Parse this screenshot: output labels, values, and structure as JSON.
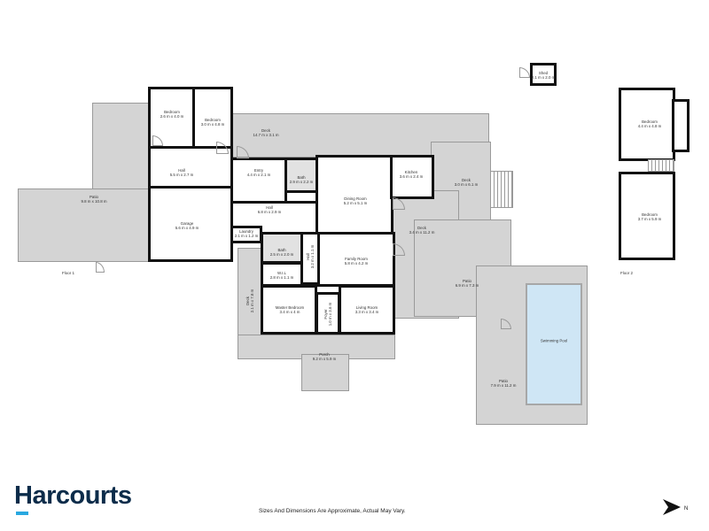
{
  "brand": {
    "name": "Harcourts",
    "text_color": "#0c2c4a",
    "accent_color": "#29a8e0"
  },
  "disclaimer": "Sizes And Dimensions Are Approximate, Actual May Vary.",
  "compass": {
    "letter": "N",
    "icon": "north-arrow-icon"
  },
  "colors": {
    "outdoor_fill": "#d4d4d4",
    "room_fill": "#ffffff",
    "wall": "#111111",
    "pool_fill": "#cfe6f5"
  },
  "floors": [
    {
      "label": "Floor 1",
      "rooms": [
        {
          "name": "Bedroom",
          "dims": "2.6 m x 4.0 m"
        },
        {
          "name": "Bedroom",
          "dims": "3.0 m x 4.8 m"
        },
        {
          "name": "Deck",
          "dims": "14.7 m x 3.1 m"
        },
        {
          "name": "Hall",
          "dims": "5.5 m x 2.7 m"
        },
        {
          "name": "Entry",
          "dims": "4.4 m x 2.1 m"
        },
        {
          "name": "Bath",
          "dims": "2.9 m x 2.2 m"
        },
        {
          "name": "Kitchen",
          "dims": "3.6 m x 2.4 m"
        },
        {
          "name": "Deck",
          "dims": "3.0 m x 6.1 m"
        },
        {
          "name": "Patio",
          "dims": "9.8 m x 10.8 m"
        },
        {
          "name": "Dining Room",
          "dims": "5.2 m x 5.1 m"
        },
        {
          "name": "Garage",
          "dims": "5.6 m x 4.9 m"
        },
        {
          "name": "Hall",
          "dims": "6.8 m x 2.9 m"
        },
        {
          "name": "Laundry",
          "dims": "2.1 m x 1.2 m"
        },
        {
          "name": "Bath",
          "dims": "2.5 m x 2.0 m"
        },
        {
          "name": "Hall",
          "dims": "3.2 m x 1.1 m"
        },
        {
          "name": "Family Room",
          "dims": "5.8 m x 4.2 m"
        },
        {
          "name": "Deck",
          "dims": "3.4 m x 11.2 m"
        },
        {
          "name": "W.I.L",
          "dims": "2.8 m x 1.1 m"
        },
        {
          "name": "Deck",
          "dims": "2.1 m x 7.8 m"
        },
        {
          "name": "Master Bedroom",
          "dims": "3.4 m x 4 m"
        },
        {
          "name": "Foyer",
          "dims": "1.0 m x 3.6 m"
        },
        {
          "name": "Living Room",
          "dims": "3.3 m x 3.4 m"
        },
        {
          "name": "Patio",
          "dims": "6.9 m x 7.3 m"
        },
        {
          "name": "Porch",
          "dims": "9.2 m x 5.9 m"
        },
        {
          "name": "Swimming Pool",
          "dims": ""
        },
        {
          "name": "Patio",
          "dims": "7.9 m x 11.2 m"
        },
        {
          "name": "Shed",
          "dims": "2.1 m x 2.0 m"
        }
      ]
    },
    {
      "label": "Floor 2",
      "rooms": [
        {
          "name": "Bedroom",
          "dims": "4.4 m x 4.8 m"
        },
        {
          "name": "Bedroom",
          "dims": "3.7 m x 5.9 m"
        }
      ]
    }
  ]
}
